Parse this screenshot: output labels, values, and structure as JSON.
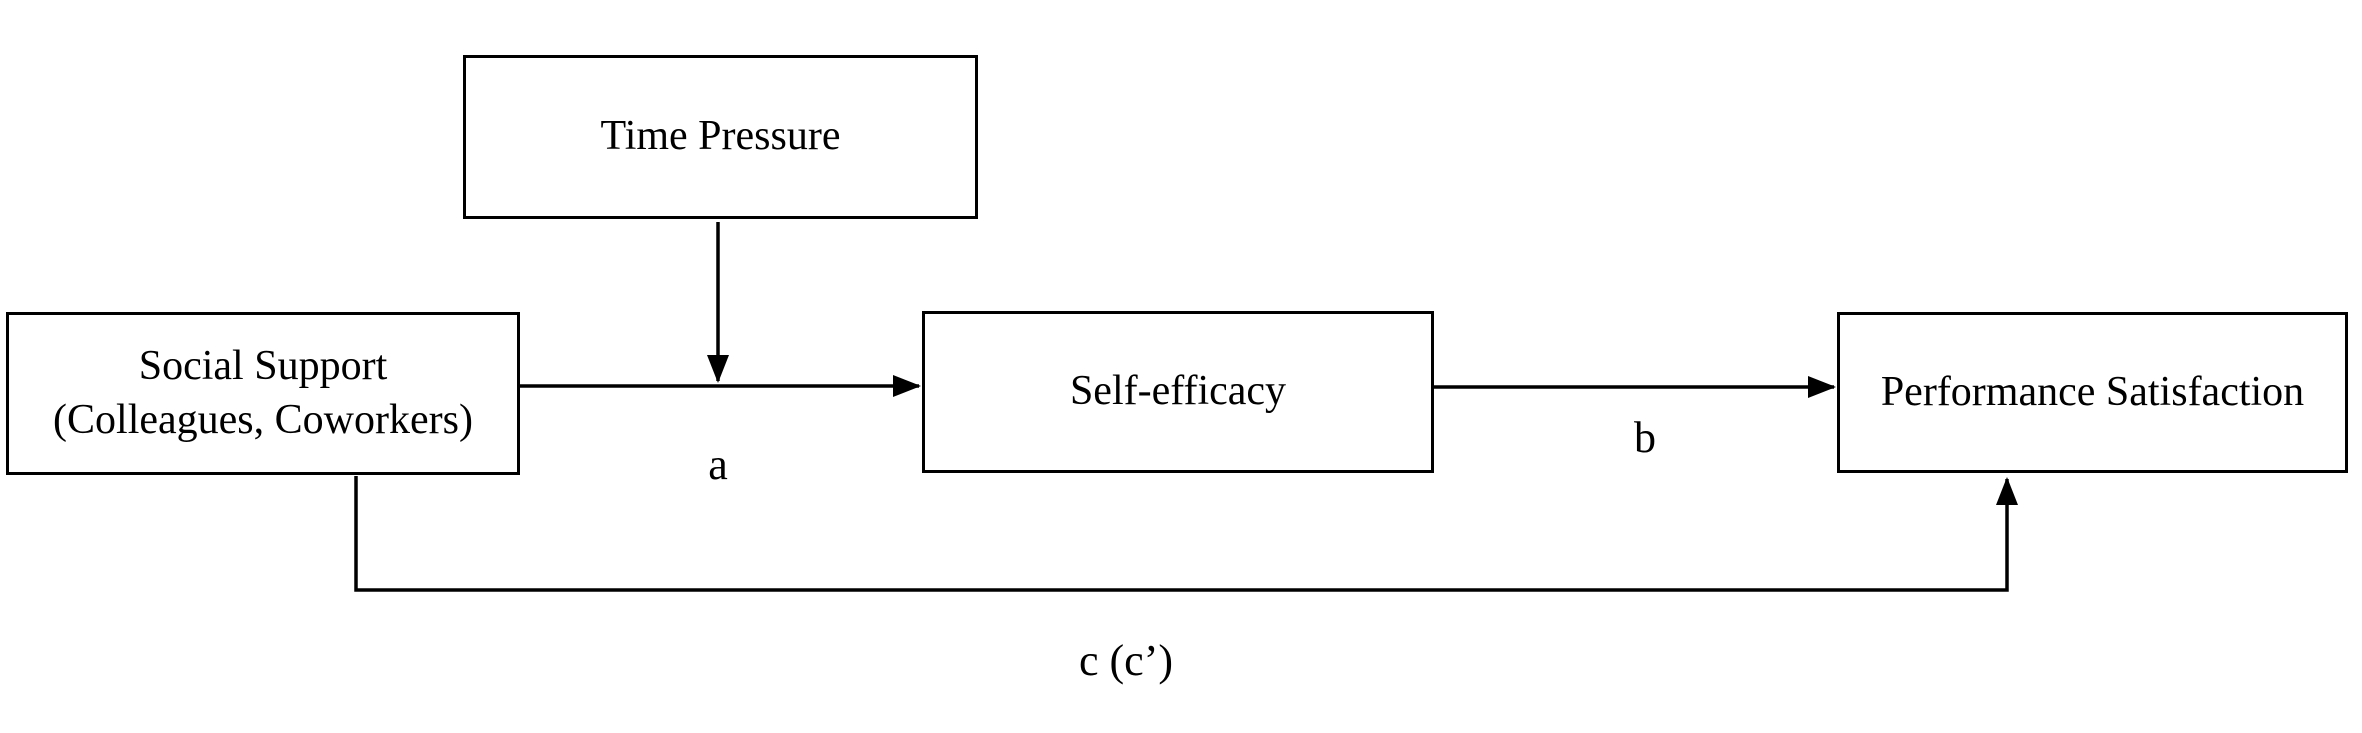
{
  "colors": {
    "background": "#ffffff",
    "line": "#000000",
    "text": "#000000"
  },
  "nodes": {
    "time_pressure": {
      "label": "Time Pressure"
    },
    "social_support": {
      "line1": "Social Support",
      "line2": "(Colleagues, Coworkers)"
    },
    "self_efficacy": {
      "label": "Self-efficacy"
    },
    "performance_satisfaction": {
      "label": "Performance Satisfaction"
    }
  },
  "edges": [
    {
      "from": "social_support",
      "to": "self_efficacy",
      "label": "a"
    },
    {
      "from": "time_pressure",
      "to": "edge_a",
      "label": ""
    },
    {
      "from": "self_efficacy",
      "to": "performance_satisfaction",
      "label": "b"
    },
    {
      "from": "social_support",
      "to": "performance_satisfaction",
      "label": "c (c’)"
    }
  ]
}
